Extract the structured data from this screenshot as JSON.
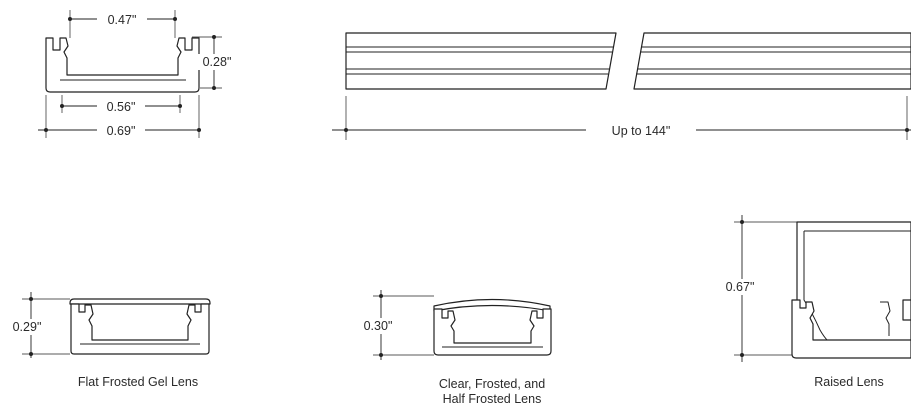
{
  "dimensions": {
    "top_width": "0.47\"",
    "top_height": "0.28\"",
    "inner_width": "0.56\"",
    "outer_width": "0.69\"",
    "length": "Up to 144\"",
    "flat_lens_height": "0.29\"",
    "clear_lens_height": "0.30\"",
    "raised_lens_height": "0.67\""
  },
  "captions": {
    "flat": "Flat Frosted Gel Lens",
    "clear_line1": "Clear, Frosted, and",
    "clear_line2": "Half Frosted Lens",
    "raised": "Raised Lens"
  },
  "colors": {
    "line": "#222222",
    "text": "#2a2a2a",
    "background": "#ffffff"
  }
}
